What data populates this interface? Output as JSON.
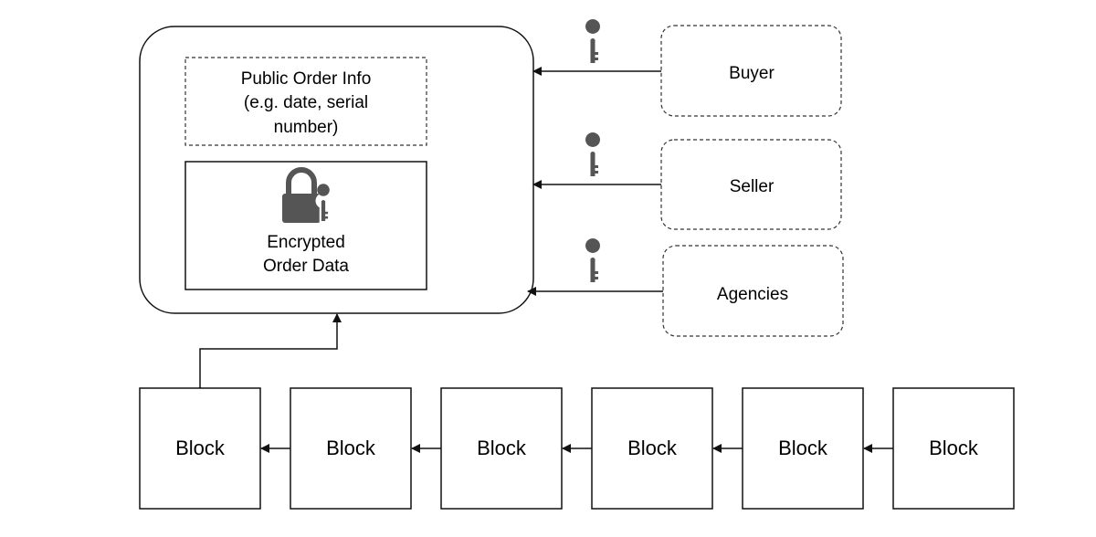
{
  "order_record": {
    "public_info": {
      "lines": [
        "Public Order Info",
        "(e.g. date, serial",
        "number)"
      ]
    },
    "encrypted": {
      "icon": "lock-with-key-icon",
      "lines": [
        "Encrypted",
        "Order Data"
      ]
    }
  },
  "parties": [
    {
      "label": "Buyer",
      "icon": "key-icon"
    },
    {
      "label": "Seller",
      "icon": "key-icon"
    },
    {
      "label": "Agencies",
      "icon": "key-icon"
    }
  ],
  "blockchain": {
    "blocks": [
      "Block",
      "Block",
      "Block",
      "Block",
      "Block",
      "Block"
    ]
  },
  "colors": {
    "stroke": "#111111",
    "icon_fill": "#555555",
    "dashed_stroke": "#333333"
  }
}
